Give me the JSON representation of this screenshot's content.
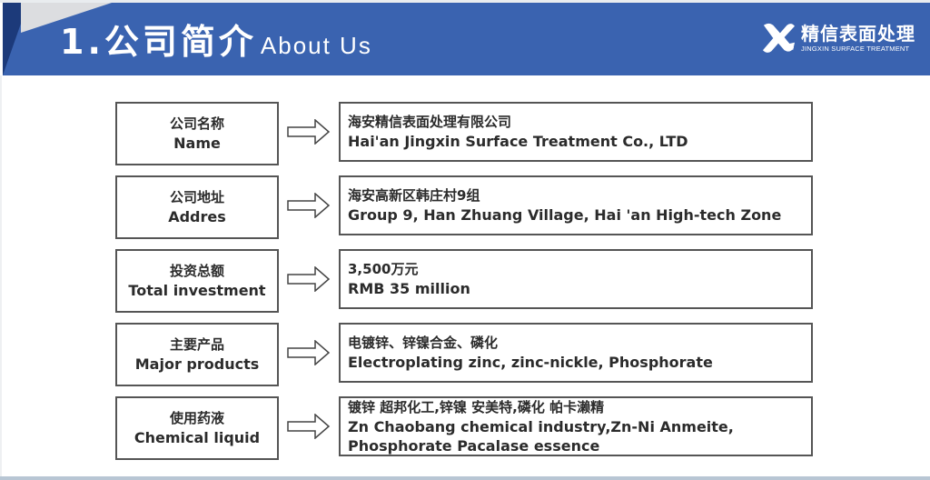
{
  "header": {
    "title_zh": "1.公司简介",
    "title_en": "About Us",
    "bg_color": "#3a63b0"
  },
  "logo": {
    "icon": "x-logo-icon",
    "name_zh": "精信表面处理",
    "name_en": "JINGXIN SURFACE TREATMENT"
  },
  "rows": [
    {
      "label_zh": "公司名称",
      "label_en": "Name",
      "value_lines": [
        "海安精信表面处理有限公司",
        "Hai'an Jingxin Surface Treatment Co., LTD"
      ]
    },
    {
      "label_zh": "公司地址",
      "label_en": "Addres",
      "value_lines": [
        "海安高新区韩庄村9组",
        "Group 9, Han Zhuang Village, Hai 'an High-tech Zone"
      ]
    },
    {
      "label_zh": "投资总额",
      "label_en": "Total investment",
      "value_lines": [
        "3,500万元",
        "RMB 35 million"
      ]
    },
    {
      "label_zh": "主要产品",
      "label_en": "Major products",
      "value_lines": [
        "电镀锌、锌镍合金、磷化",
        "Electroplating zinc, zinc-nickle, Phosphorate"
      ]
    },
    {
      "label_zh": "使用药液",
      "label_en": "Chemical liquid",
      "value_lines": [
        "镀锌 超邦化工,锌镍 安美特,磷化 帕卡濑精",
        "Zn Chaobang chemical industry,Zn-Ni Anmeite,",
        "Phosphorate Pacalase essence"
      ]
    }
  ],
  "arrow_icon": "right-arrow-icon"
}
